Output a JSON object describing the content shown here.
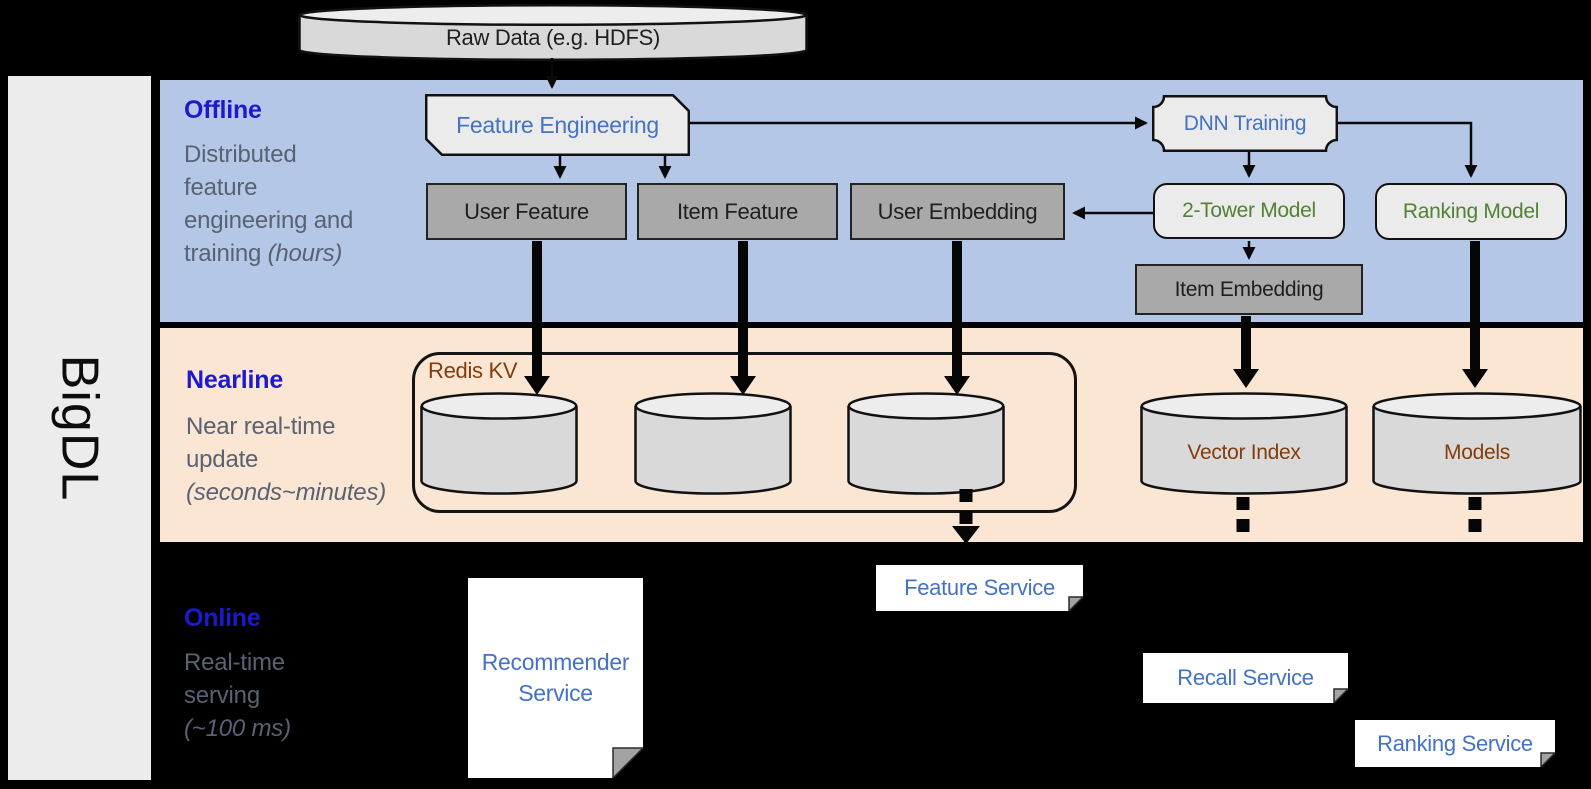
{
  "colors": {
    "band_offline": "#b5c7e7",
    "band_nearline": "#fbe5d3",
    "sidebar_bg": "#ececec",
    "heading_blue": "#1c1acd",
    "desc_gray": "#596273",
    "node_blue": "#4472c4",
    "node_green": "#538135",
    "node_brown": "#843c0c",
    "box_gray": "#a9a9a9",
    "box_light": "#ebebeb",
    "cyl_body": "#d9d9d9",
    "cyl_top": "#ededed",
    "doc_white": "#ffffff"
  },
  "sidebar": {
    "brand": "BigDL"
  },
  "raw_data": {
    "label": "Raw Data (e.g. HDFS)"
  },
  "offline": {
    "title": "Offline",
    "desc1": "Distributed",
    "desc2": "feature",
    "desc3": "engineering and",
    "desc4": "training ",
    "desc4_italic": "(hours)",
    "feature_engineering": "Feature Engineering",
    "dnn_training": "DNN Training",
    "user_feature": "User Feature",
    "item_feature": "Item Feature",
    "user_embedding": "User Embedding",
    "two_tower_model": "2-Tower Model",
    "ranking_model": "Ranking Model",
    "item_embedding": "Item Embedding"
  },
  "nearline": {
    "title": "Nearline",
    "desc1": "Near real-time",
    "desc2": "update",
    "desc3_italic": "(seconds~minutes)",
    "redis_kv": "Redis KV",
    "vector_index": "Vector Index",
    "models": "Models"
  },
  "online": {
    "title": "Online",
    "desc1": "Real-time",
    "desc2": "serving",
    "desc3_italic": "(~100 ms)",
    "recommender_service": "Recommender Service",
    "feature_service": "Feature Service",
    "recall_service": "Recall Service",
    "ranking_service": "Ranking Service"
  }
}
